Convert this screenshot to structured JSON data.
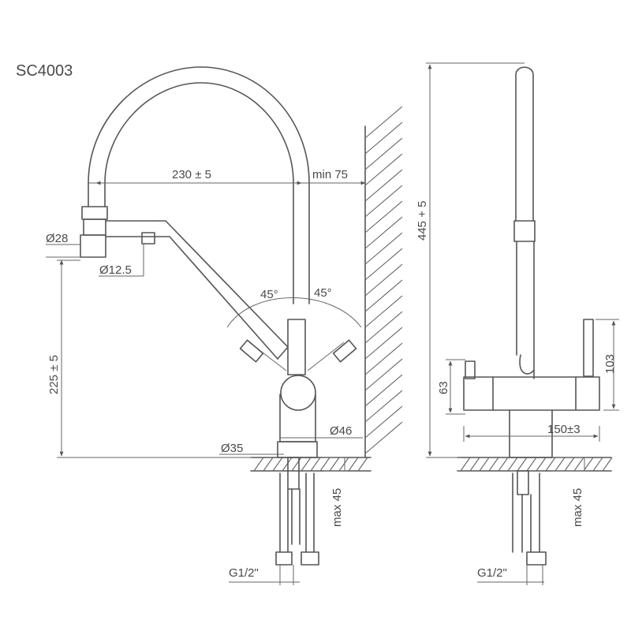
{
  "model": "SC4003",
  "side_view": {
    "reach": "230 ± 5",
    "wall_clearance": "min 75",
    "outlet_diameter": "Ø28",
    "hose_diameter": "Ø12.5",
    "swivel_left": "45°",
    "swivel_right": "45°",
    "outlet_height": "225 ± 5",
    "body_diameter": "Ø46",
    "base_diameter": "Ø35",
    "max_thickness": "max 45",
    "connection": "G1/2\""
  },
  "front_view": {
    "total_height": "445 + 5",
    "handle_height": "103",
    "body_height": "63",
    "body_width": "150±3",
    "max_thickness": "max 45",
    "connection": "G1/2\""
  },
  "colors": {
    "line": "#555555",
    "text": "#4a4a4a"
  }
}
